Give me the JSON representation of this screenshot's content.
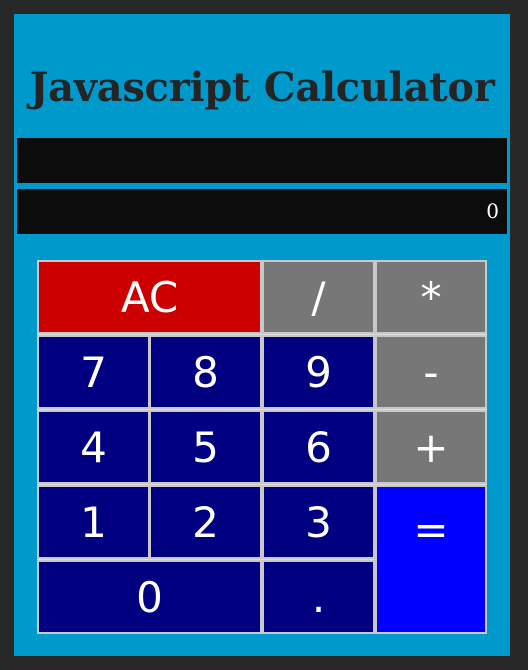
{
  "app": {
    "title": "Javascript Calculator"
  },
  "display": {
    "formula": "",
    "output": "0"
  },
  "keys": {
    "clear": "AC",
    "divide": "/",
    "multiply": "*",
    "seven": "7",
    "eight": "8",
    "nine": "9",
    "subtract": "-",
    "four": "4",
    "five": "5",
    "six": "6",
    "add": "+",
    "one": "1",
    "two": "2",
    "three": "3",
    "equals": "=",
    "zero": "0",
    "decimal": "."
  },
  "colors": {
    "frame": "#0099cc",
    "background": "#282828",
    "screen": "#0c0c0c",
    "number_key": "#000080",
    "operator_key": "#777777",
    "clear_key": "#cc0000",
    "equals_key": "#0000ff"
  }
}
